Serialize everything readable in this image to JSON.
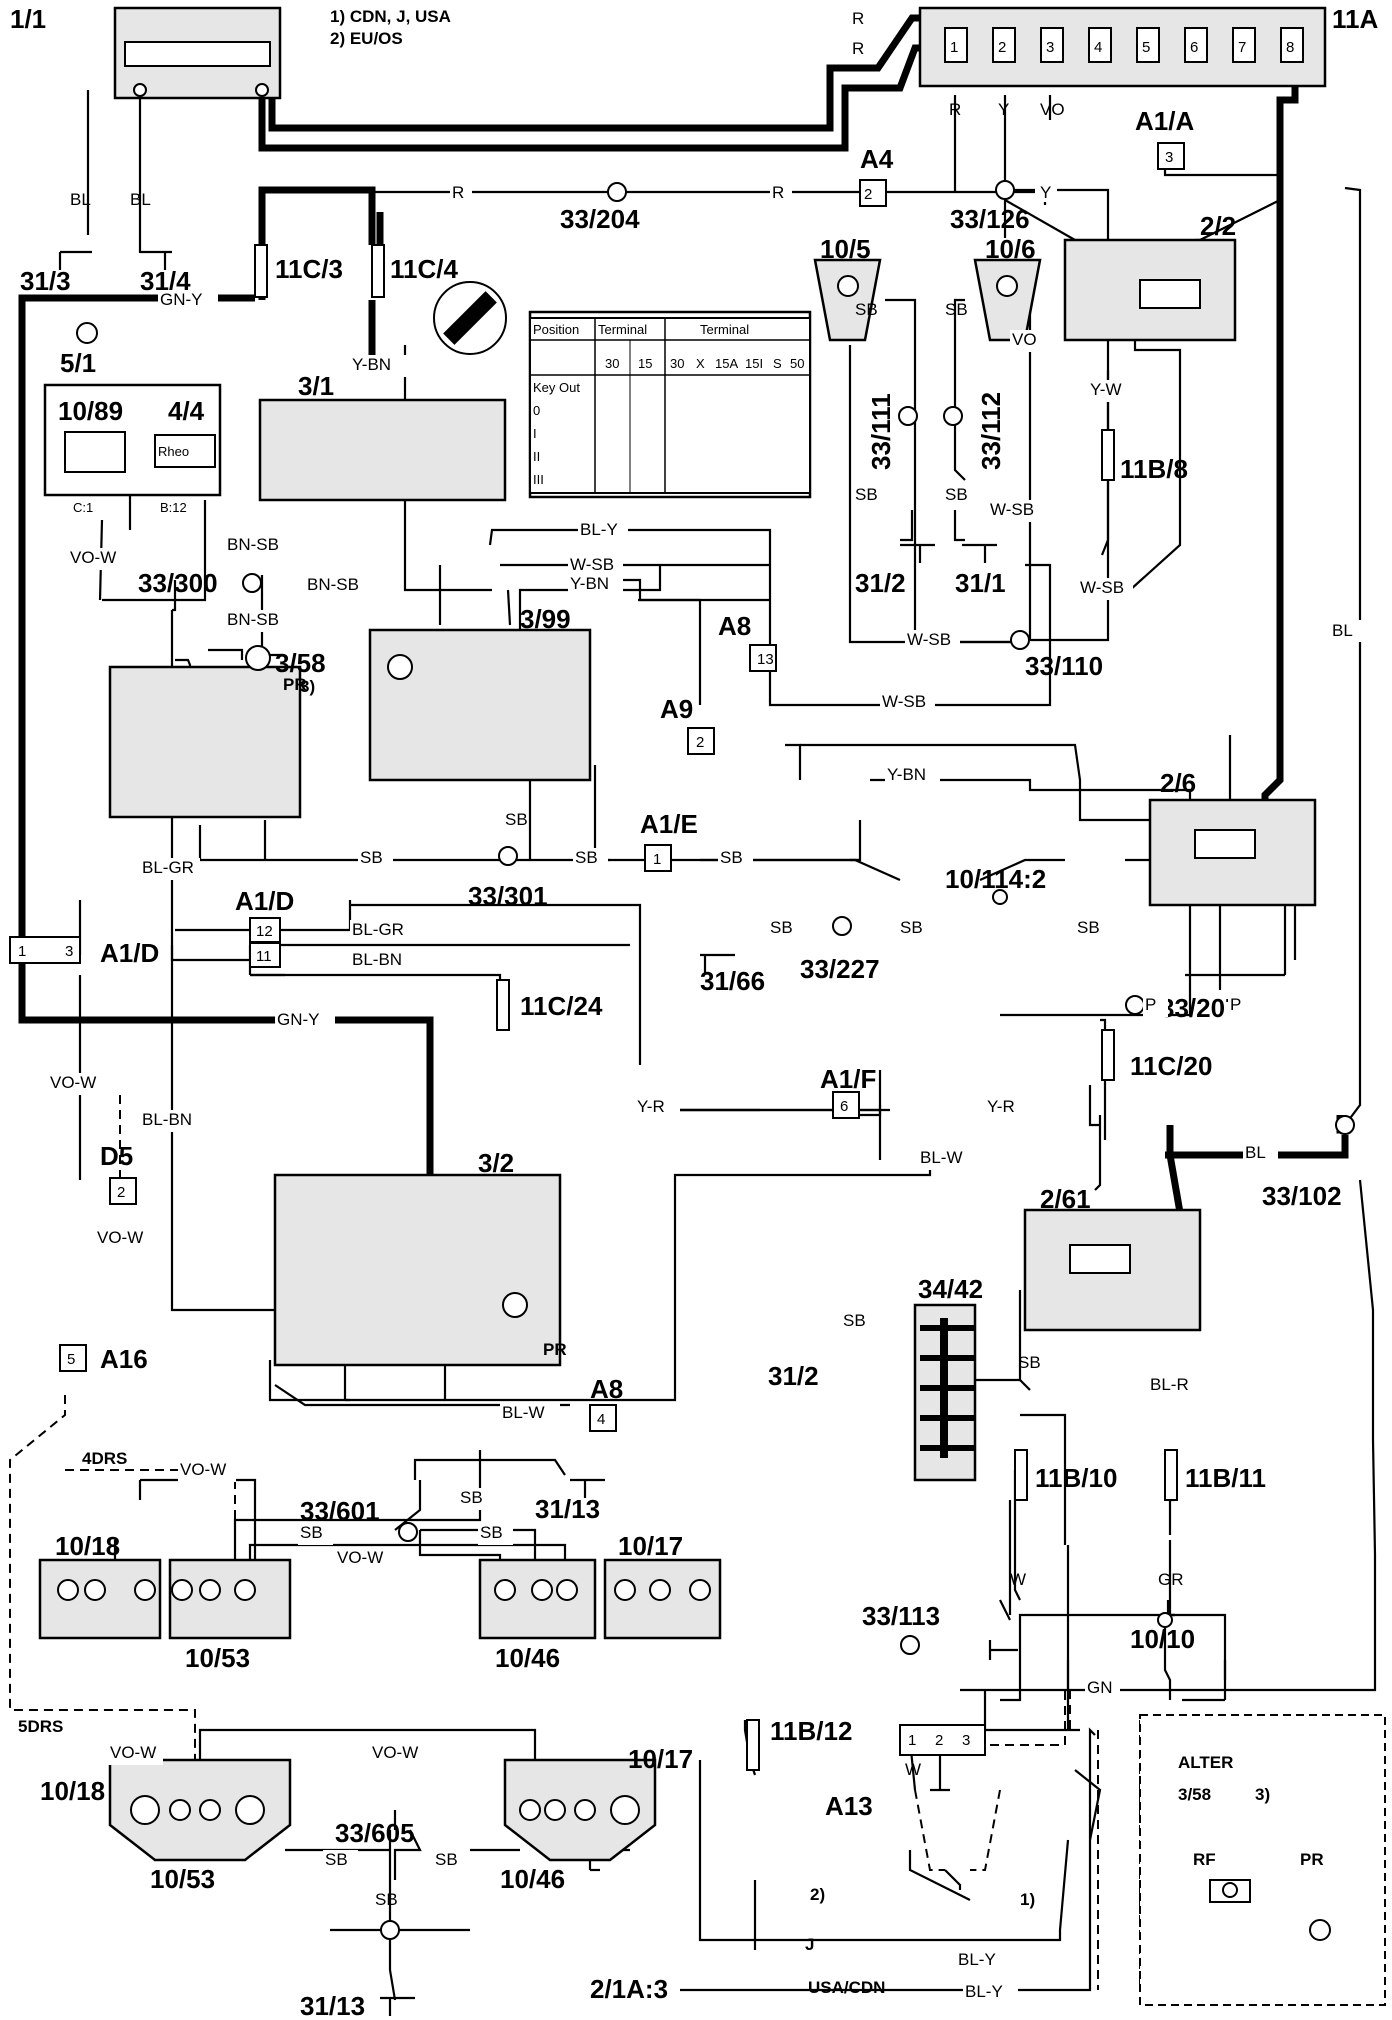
{
  "notes": [
    "1)  CDN, J, USA",
    "2)  EU/OS"
  ],
  "components": {
    "c1_1": "1/1",
    "c11a": "11A",
    "c31_3": "31/3",
    "c31_4": "31/4",
    "c11c3": "11C/3",
    "c11c4": "11C/4",
    "c33_204": "33/204",
    "ca4": "A4",
    "c33_126": "33/126",
    "ca1a": "A1/A",
    "c2_2": "2/2",
    "c10_5": "10/5",
    "c10_6": "10/6",
    "c5_1": "5/1",
    "c10_89": "10/89",
    "c4_4": "4/4",
    "c3_1": "3/1",
    "c33_111": "33/111",
    "c33_112": "33/112",
    "c11b8": "11B/8",
    "c31_2a": "31/2",
    "c31_1": "31/1",
    "c33_300": "33/300",
    "c3_58": "3/58",
    "c3_99": "3/99",
    "ca8a": "A8",
    "ca9": "A9",
    "c33_110": "33/110",
    "c2_6": "2/6",
    "ca1e": "A1/E",
    "c33_301": "33/301",
    "c10_114": "10/114:2",
    "ca1d_top": "A1/D",
    "ca1d_left": "A1/D",
    "c31_66": "31/66",
    "c33_227": "33/227",
    "c11c24": "11C/24",
    "c33_207": "33/207",
    "c11c20": "11C/20",
    "ca1f": "A1/F",
    "cd5": "D5",
    "c3_2": "3/2",
    "c2_61": "2/61",
    "c33_102": "33/102",
    "ca16": "A16",
    "c34_42": "34/42",
    "c31_2b": "31/2",
    "ca8b": "A8",
    "c11b10": "11B/10",
    "c11b11": "11B/11",
    "c10_10": "10/10",
    "c4drs": "4DRS",
    "c33_601": "33/601",
    "c31_13a": "31/13",
    "c10_18a": "10/18",
    "c10_17a": "10/17",
    "c10_53a": "10/53",
    "c10_46a": "10/46",
    "c33_113": "33/113",
    "c11b12": "11B/12",
    "c5drs": "5DRS",
    "c10_18b": "10/18",
    "c10_17b": "10/17",
    "c33_605": "33/605",
    "c10_53b": "10/53",
    "c10_46b": "10/46",
    "c31_13b": "31/13",
    "ca13": "A13",
    "c2_1a": "2/1A:3",
    "calter": "ALTER",
    "c3_58alt": "3/58"
  },
  "wire_colors": {
    "r": "R",
    "y": "Y",
    "vo": "VO",
    "bl": "BL",
    "gn_y": "GN-Y",
    "y_bn": "Y-BN",
    "vo_w": "VO-W",
    "bn_sb": "BN-SB",
    "bl_y": "BL-Y",
    "w_sb": "W-SB",
    "sb": "SB",
    "y_w": "Y-W",
    "bl_gr": "BL-GR",
    "bl_bn": "BL-BN",
    "p": "P",
    "y_r": "Y-R",
    "bl_w": "BL-W",
    "bl_r": "BL-R",
    "w": "W",
    "gr": "GR",
    "gn": "GN"
  },
  "markers": {
    "rheo": "Rheo",
    "c1": "C:1",
    "b12": "B:12",
    "pr": "PR",
    "rf": "RF",
    "note3": "3)",
    "note2": "2)",
    "note1": "1)",
    "j": "J",
    "usa_cdn": "USA/CDN"
  },
  "ignition_table": {
    "position": "Position",
    "terminal": "Terminal",
    "cols_a": [
      "30",
      "15"
    ],
    "cols_b": [
      "30",
      "X",
      "15A",
      "15I",
      "S",
      "50"
    ],
    "rows": [
      "Key Out",
      "0",
      "I",
      "II",
      "III"
    ]
  },
  "fuse_block_pins": [
    "1",
    "2",
    "3",
    "4",
    "5",
    "6",
    "7",
    "8"
  ]
}
